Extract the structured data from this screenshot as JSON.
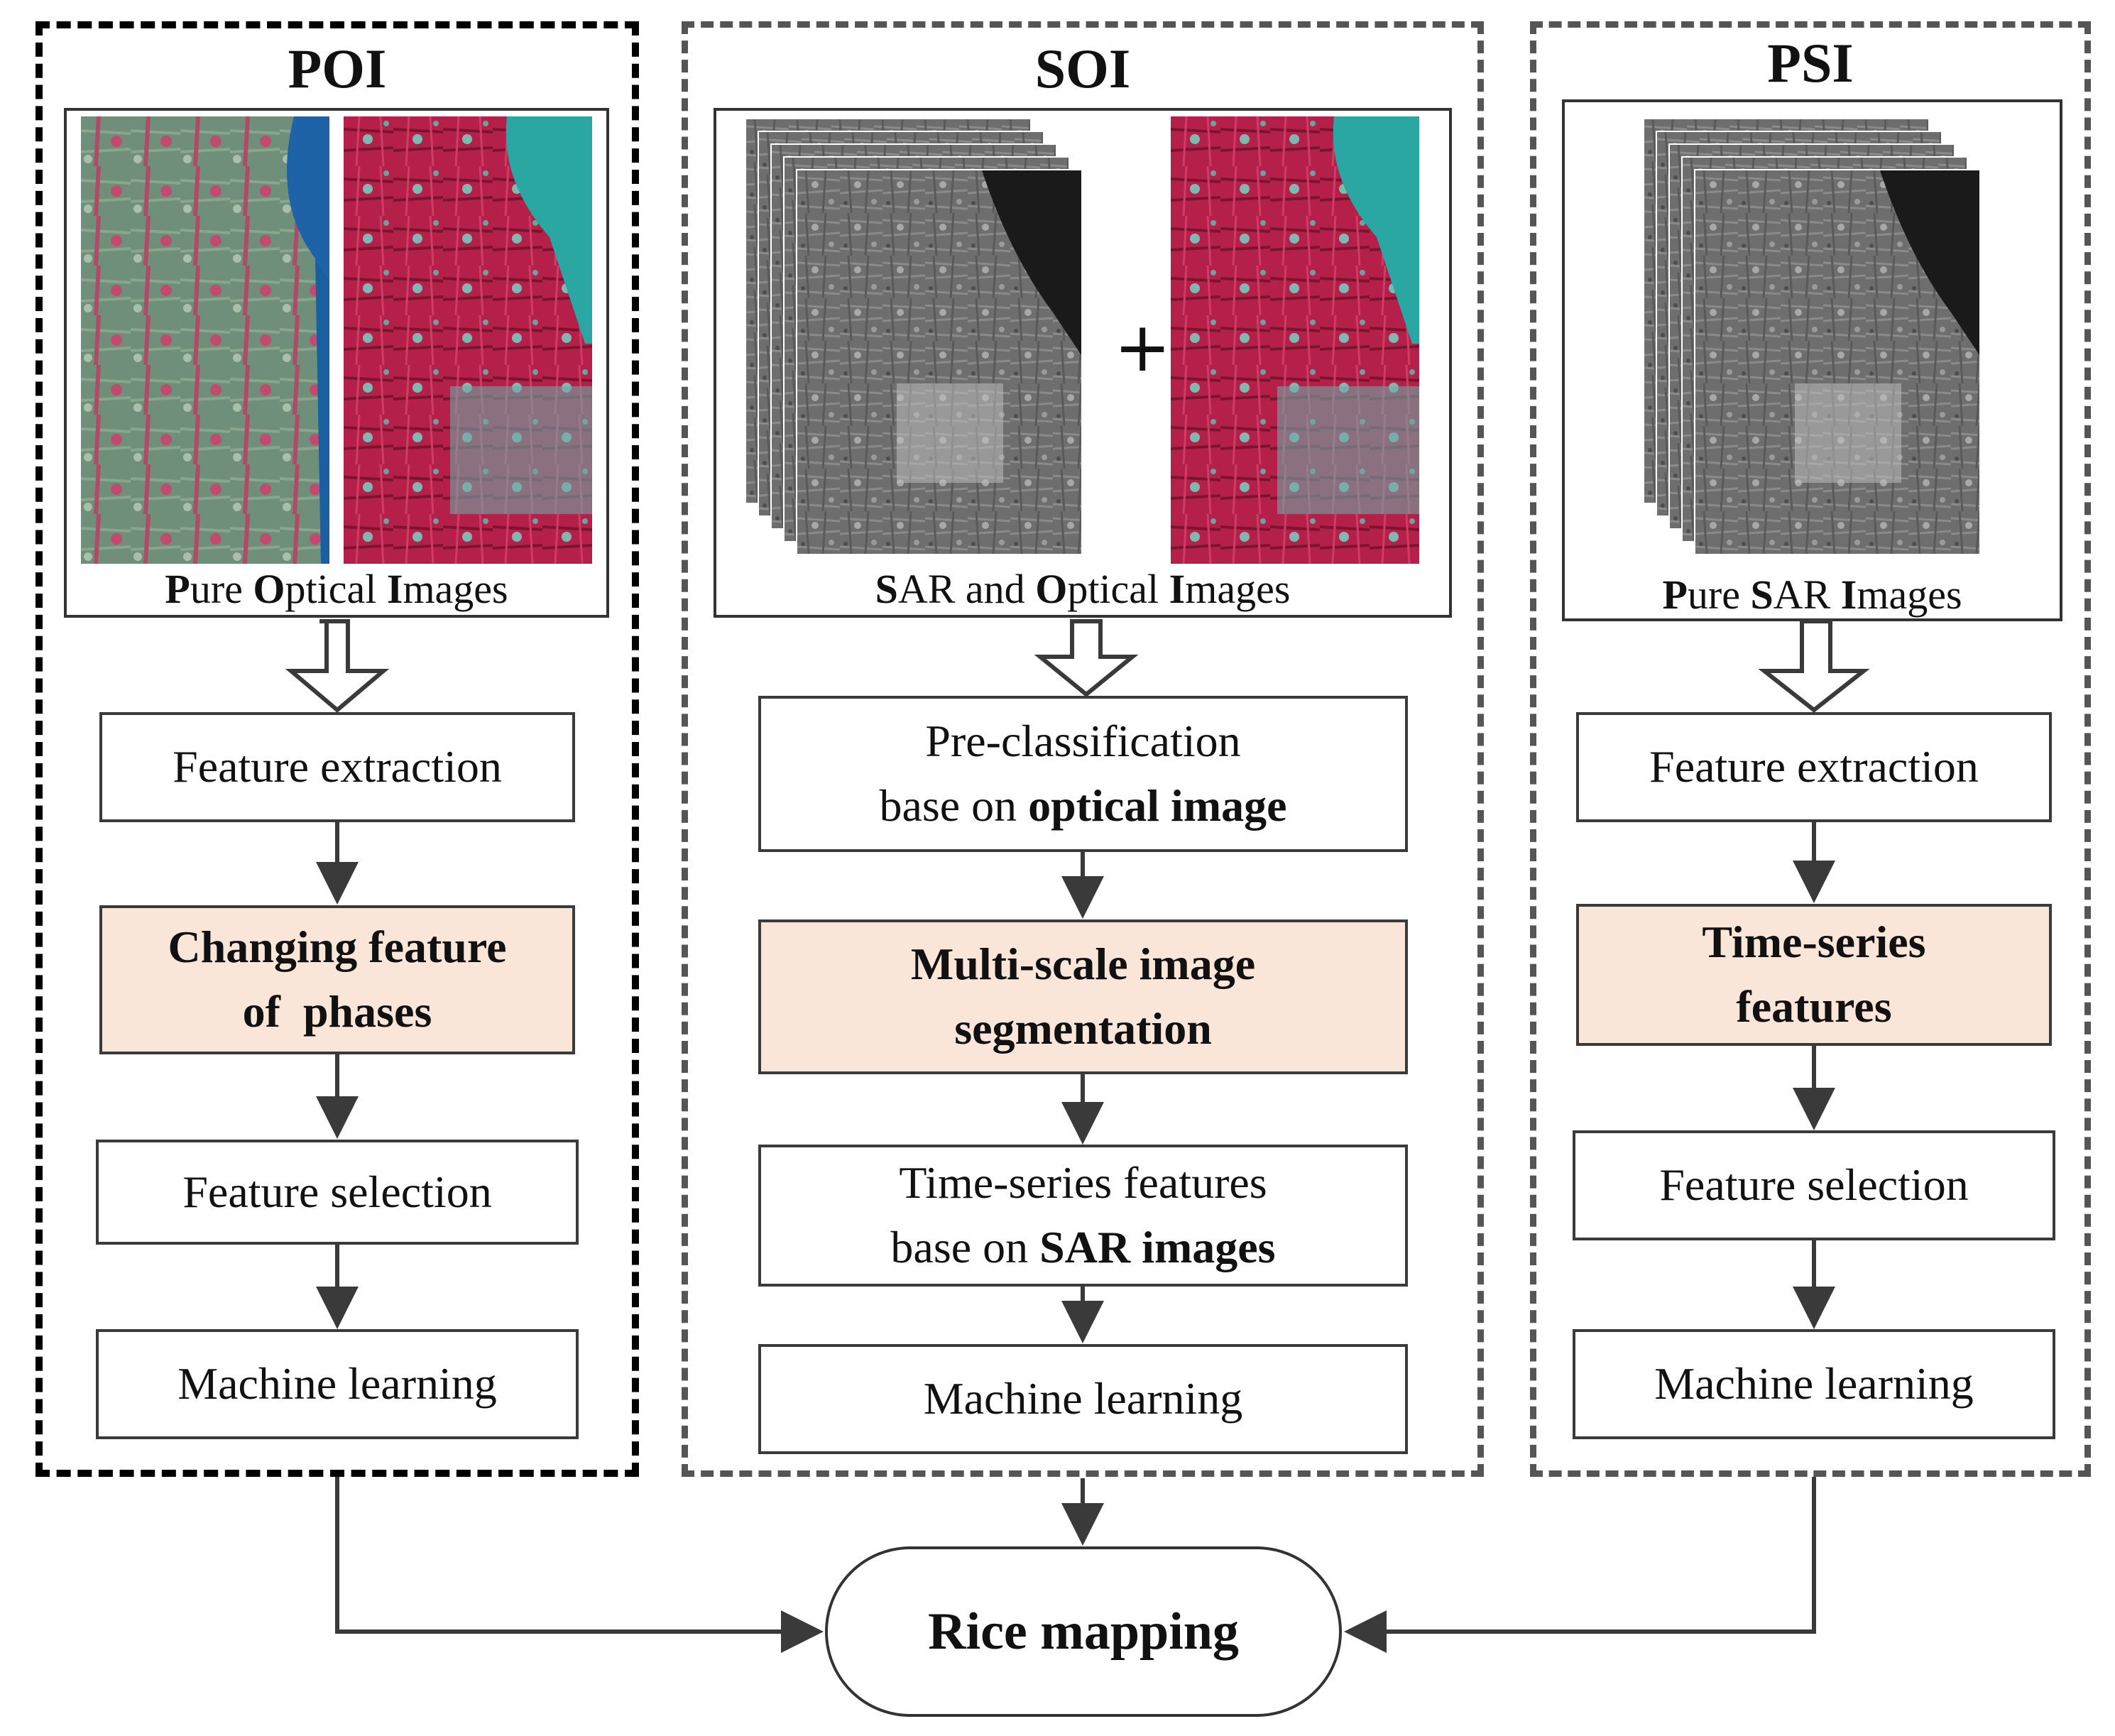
{
  "panels": {
    "poi": {
      "title": "POI",
      "caption": [
        {
          "t": "P",
          "b": true
        },
        {
          "t": "ure ",
          "b": false
        },
        {
          "t": "O",
          "b": true
        },
        {
          "t": "ptical ",
          "b": false
        },
        {
          "t": "I",
          "b": true
        },
        {
          "t": "mages",
          "b": false
        }
      ],
      "steps": {
        "s1": "Feature extraction",
        "s2_l1": "Changing feature",
        "s2_l2": "of  phases",
        "s3": "Feature selection",
        "s4": "Machine learning"
      }
    },
    "soi": {
      "title": "SOI",
      "caption": [
        {
          "t": "S",
          "b": true
        },
        {
          "t": "AR and ",
          "b": false
        },
        {
          "t": "O",
          "b": true
        },
        {
          "t": "ptical ",
          "b": false
        },
        {
          "t": "I",
          "b": true
        },
        {
          "t": "mages",
          "b": false
        }
      ],
      "plus": "+",
      "steps": {
        "s1_l1": "Pre-classification",
        "s1_l2_pre": "base on ",
        "s1_l2_bold": "optical image",
        "s2_l1": "Multi-scale image",
        "s2_l2": "segmentation",
        "s3_l1": "Time-series features",
        "s3_l2_pre": "base on ",
        "s3_l2_bold": "SAR images",
        "s4": "Machine learning"
      }
    },
    "psi": {
      "title": "PSI",
      "caption": [
        {
          "t": "P",
          "b": true
        },
        {
          "t": "ure ",
          "b": false
        },
        {
          "t": "S",
          "b": true
        },
        {
          "t": "AR ",
          "b": false
        },
        {
          "t": "I",
          "b": true
        },
        {
          "t": "mages",
          "b": false
        }
      ],
      "steps": {
        "s1": "Feature extraction",
        "s2_l1": "Time-series",
        "s2_l2": "features",
        "s3": "Feature selection",
        "s4": "Machine learning"
      }
    }
  },
  "output": "Rice mapping",
  "colors": {
    "highlight_fill": "#fae6d9",
    "poi_border": "#000000",
    "panel_border": "#555555",
    "arrow": "#3a3a3a"
  }
}
